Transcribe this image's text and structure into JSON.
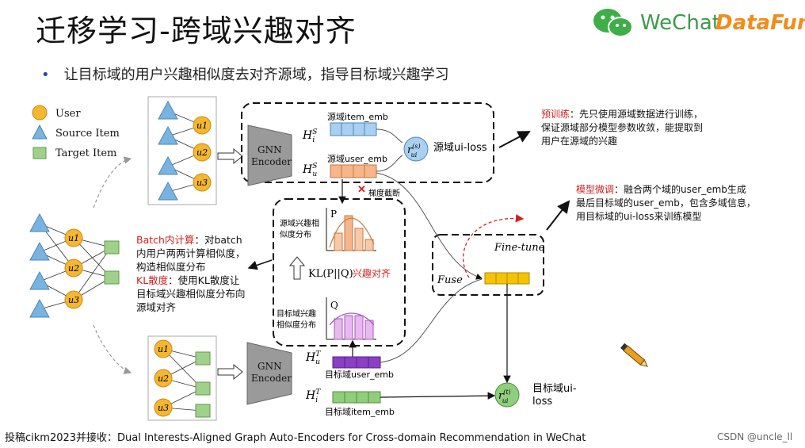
{
  "header": {
    "title": "迁移学习-跨域兴趣对齐",
    "bullet": "让目标域的用户兴趣相似度去对齐源域，指导目标域兴趣学习",
    "logo_wechat": "WeChat",
    "logo_datafun": "DataFun."
  },
  "legend": {
    "user": "User",
    "source_item": "Source Item",
    "target_item": "Target Item"
  },
  "graph_labels": {
    "u1": "u1",
    "u2": "u2",
    "u3": "u3",
    "sub1": "1",
    "sub2": "2",
    "sub3": "3"
  },
  "encoders": {
    "top_line1": "GNN",
    "top_line2": "Encoder",
    "bottom_line1": "GNN",
    "bottom_line2": "Encoder"
  },
  "source_block": {
    "hi": "H",
    "hi_sup": "S",
    "hi_sub": "i",
    "hu": "H",
    "hu_sup": "S",
    "hu_sub": "u",
    "item_emb": "源域item_emb",
    "user_emb": "源域user_emb",
    "r": "r",
    "r_sup": "(s)",
    "r_sub": "ui",
    "loss": "源域ui-loss"
  },
  "target_block": {
    "hu": "H",
    "hu_sup": "T",
    "hu_sub": "u",
    "hi": "H",
    "hi_sup": "T",
    "hi_sub": "i",
    "user_emb": "目标域user_emb",
    "item_emb": "目标域item_emb",
    "r": "r",
    "r_sup": "(t)",
    "r_sub": "ui",
    "loss_line1": "目标域ui-",
    "loss_line2": "loss"
  },
  "center": {
    "grad_cut": "梯度截断",
    "src_sim_1": "源域兴趣相",
    "src_sim_2": "似度分布",
    "p_label": "P",
    "kl": "KL(P||Q)",
    "kl_red": "兴趣对齐",
    "tgt_sim_1": "目标域兴趣",
    "tgt_sim_2": "相似度分布",
    "q_label": "Q"
  },
  "fuse_block": {
    "fine_tune": "Fine-tune",
    "fuse": "Fuse"
  },
  "notes": {
    "pretrain_red": "预训练",
    "pretrain_1": "：先只使用源域数据进行训练，",
    "pretrain_2": "保证源域部分模型参数收敛，能提取到",
    "pretrain_3": "用户在源域的兴趣",
    "finetune_red": "模型微调",
    "finetune_1": "：融合两个域的user_emb生成",
    "finetune_2": "最后目标域的user_emb，包含多域信息，",
    "finetune_3": "用目标域的ui-loss来训练模型",
    "batch_red": "Batch内计算",
    "batch_1": "：对batch",
    "batch_2": "内用户两两计算相似度，",
    "batch_3": "构造相似度分布",
    "kl_red": "KL散度",
    "kl_1": "：使用KL散度让",
    "kl_2": "目标域兴趣相似度分布向",
    "kl_3": "源域对齐"
  },
  "footer": {
    "text": "投稿cikm2023并接收：Dual Interests-Aligned Graph Auto-Encoders for Cross-domain Recommendation in WeChat",
    "watermark": "CSDN @uncle_ll"
  },
  "colors": {
    "user": "#f5b631",
    "source_item": "#7ab3e0",
    "target_item": "#9fd18a",
    "src_item_emb": "#a9d0f0",
    "src_user_emb": "#f6b58b",
    "tgt_user_emb": "#8a3fc4",
    "tgt_item_emb": "#8fcf7c",
    "fuse_emb": "#f5c400",
    "accent_red": "#d42020"
  }
}
